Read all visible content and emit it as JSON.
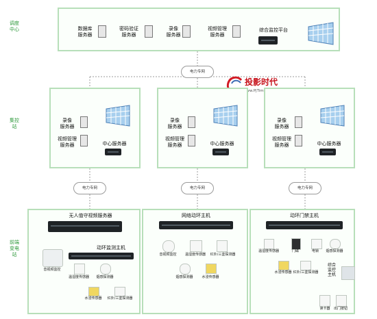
{
  "tiers": {
    "dispatch_center": "调度中心",
    "control_station": "集控站",
    "substation": "前端变电站"
  },
  "top_panel": {
    "database_server": "数据库\n服务器",
    "auth_server": "密码验证\n服务器",
    "recording_server": "录像\n服务器",
    "video_server": "视频管理\n服务器",
    "monitor_platform": "综合监控平台"
  },
  "network": {
    "cloud_label": "电力专网"
  },
  "control_panels": [
    {
      "recording_server": "录像\n服务器",
      "video_server": "视频管理\n服务器",
      "center_server": "中心服务器"
    },
    {
      "recording_server": "录像\n服务器",
      "video_server": "视频管理\n服务器",
      "center_server": "中心服务器"
    },
    {
      "recording_server": "录像\n服务器",
      "video_server": "视频管理\n服务器",
      "center_server": "中心服务器"
    }
  ],
  "watermark": {
    "brand": "投影时代",
    "url": "www.PjTime.com"
  },
  "bottom_panels": {
    "left": {
      "title": "无人值守视频服务器",
      "host": "动环监测主机",
      "camera": "音视频监控",
      "sensor1": "温湿度传感器",
      "sensor2": "烟感探测器",
      "sensor3": "水浸传感器",
      "sensor4": "红外/三鉴探测器"
    },
    "middle": {
      "title": "网络动环主机",
      "sensor1": "音视频监控",
      "sensor2": "温湿度传感器",
      "sensor3": "红外/三鉴探测器",
      "sensor4": "烟感探测器",
      "sensor5": "水浸传感器"
    },
    "right": {
      "title": "动环门禁主机",
      "sensor1": "温湿度传感器",
      "sensor2": "门磁",
      "sensor3": "电锁",
      "sensor4": "烟感探测器",
      "sensor5": "水浸传感器",
      "sensor6": "红外/三鉴探测器",
      "terminal": "综合\n监控\n主机",
      "card1": "读卡器",
      "card2": "出门按钮"
    }
  }
}
